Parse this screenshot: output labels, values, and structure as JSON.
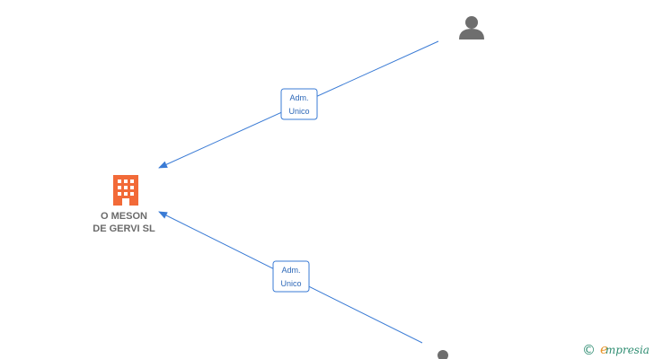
{
  "company": {
    "name_line1": "O MESON",
    "name_line2": "DE GERVI  SL",
    "icon": "building-icon",
    "icon_color": "#f26a38"
  },
  "persons": [
    {
      "label": "",
      "icon": "person-icon",
      "icon_color": "#6e6e6e"
    },
    {
      "label": "",
      "icon": "person-icon",
      "icon_color": "#6e6e6e"
    }
  ],
  "edges": [
    {
      "role_line1": "Adm.",
      "role_line2": "Unico",
      "color": "#3a7bd5"
    },
    {
      "role_line1": "Adm.",
      "role_line2": "Unico",
      "color": "#3a7bd5"
    }
  ],
  "watermark": {
    "symbol": "©",
    "brand_initial": "e",
    "brand_rest": "mpresia",
    "brand_color": "#2f8d72",
    "accent_color": "#e8962c"
  }
}
